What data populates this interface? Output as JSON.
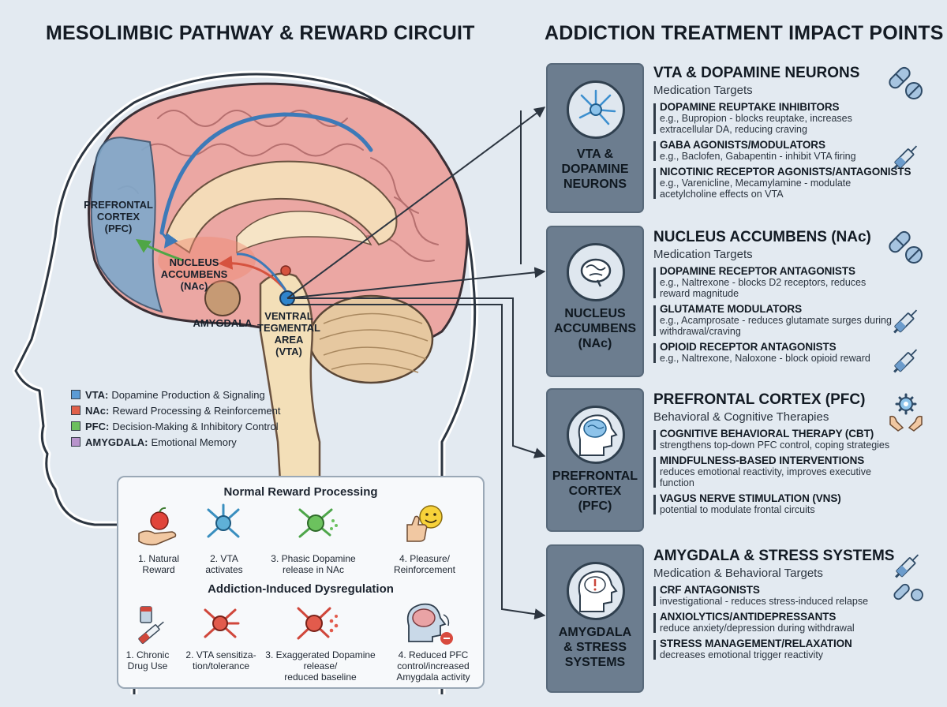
{
  "titles": {
    "left": "MESOLIMBIC PATHWAY & REWARD CIRCUIT",
    "right": "ADDICTION TREATMENT IMPACT POINTS"
  },
  "brain_labels": {
    "pfc": "PREFRONTAL\nCORTEX\n(PFC)",
    "nac": "NUCLEUS\nACCUMBENS\n(NAc)",
    "amygdala": "AMYGDALA",
    "vta": "VENTRAL\nTEGMENTAL\nAREA\n(VTA)"
  },
  "legend": [
    {
      "key": "VTA:",
      "text": "Dopamine Production & Signaling",
      "color": "#5b9bd5"
    },
    {
      "key": "NAc:",
      "text": "Reward Processing & Reinforcement",
      "color": "#e0604a"
    },
    {
      "key": "PFC:",
      "text": "Decision-Making & Inhibitory Control",
      "color": "#6cbf5e"
    },
    {
      "key": "AMYGDALA:",
      "text": "Emotional Memory",
      "color": "#b894cc"
    }
  ],
  "process": {
    "normal_title": "Normal Reward Processing",
    "normal_steps": [
      "1. Natural\nReward",
      "2. VTA\nactivates",
      "3. Phasic Dopamine\nrelease in NAc",
      "4. Pleasure/\nReinforcement"
    ],
    "addiction_title": "Addiction-Induced Dysregulation",
    "addiction_steps": [
      "1. Chronic\nDrug Use",
      "2. VTA sensitiza-\ntion/tolerance",
      "3. Exaggerated Dopamine\nrelease/\nreduced baseline",
      "4. Reduced PFC\ncontrol/increased\nAmygdala activity"
    ]
  },
  "panels": [
    {
      "label": "VTA &\nDOPAMINE\nNEURONS",
      "title": "VTA & DOPAMINE NEURONS",
      "subtitle": "Medication Targets",
      "items": [
        {
          "name": "DOPAMINE REUPTAKE INHIBITORS",
          "desc": "e.g., Bupropion - blocks reuptake, increases extracellular DA, reducing craving"
        },
        {
          "name": "GABA AGONISTS/MODULATORS",
          "desc": "e.g., Baclofen, Gabapentin - inhibit VTA firing"
        },
        {
          "name": "NICOTINIC RECEPTOR AGONISTS/ANTAGONISTS",
          "desc": "e.g., Varenicline, Mecamylamine - modulate acetylcholine effects on VTA"
        }
      ]
    },
    {
      "label": "NUCLEUS\nACCUMBENS\n(NAc)",
      "title": "NUCLEUS ACCUMBENS (NAc)",
      "subtitle": "Medication Targets",
      "items": [
        {
          "name": "DOPAMINE RECEPTOR ANTAGONISTS",
          "desc": "e.g., Naltrexone - blocks D2 receptors, reduces reward magnitude"
        },
        {
          "name": "GLUTAMATE MODULATORS",
          "desc": "e.g., Acamprosate - reduces glutamate surges during withdrawal/craving"
        },
        {
          "name": "OPIOID RECEPTOR ANTAGONISTS",
          "desc": "e.g., Naltrexone, Naloxone - block opioid reward"
        }
      ]
    },
    {
      "label": "PREFRONTAL\nCORTEX\n(PFC)",
      "title": "PREFRONTAL CORTEX (PFC)",
      "subtitle": "Behavioral & Cognitive Therapies",
      "items": [
        {
          "name": "COGNITIVE BEHAVIORAL THERAPY (CBT)",
          "desc": "strengthens top-down PFC control, coping strategies"
        },
        {
          "name": "MINDFULNESS-BASED INTERVENTIONS",
          "desc": "reduces emotional reactivity, improves executive function"
        },
        {
          "name": "VAGUS NERVE STIMULATION (VNS)",
          "desc": "potential to modulate frontal circuits"
        }
      ]
    },
    {
      "label": "AMYGDALA\n& STRESS\nSYSTEMS",
      "title": "AMYGDALA & STRESS SYSTEMS",
      "subtitle": "Medication & Behavioral Targets",
      "items": [
        {
          "name": "CRF ANTAGONISTS",
          "desc": "investigational - reduces stress-induced relapse"
        },
        {
          "name": "ANXIOLYTICS/ANTIDEPRESSANTS",
          "desc": "reduce anxiety/depression during withdrawal"
        },
        {
          "name": "STRESS MANAGEMENT/RELAXATION",
          "desc": "decreases emotional trigger reactivity"
        }
      ]
    }
  ]
}
